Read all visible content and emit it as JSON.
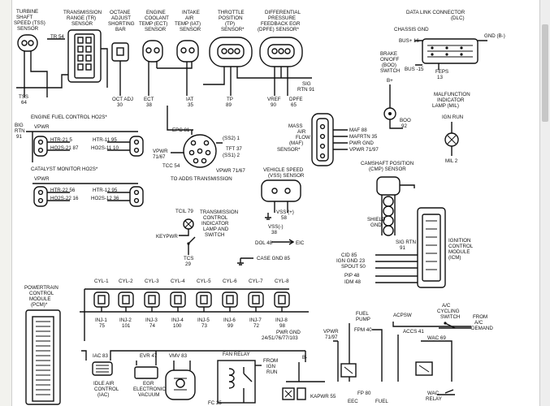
{
  "labels": {
    "tss": [
      "TURBINE",
      "SHAFT",
      "SPEED (TSS)",
      "SENSOR"
    ],
    "tss_pin_a": "TR 54",
    "tss_pin_b": "TSS",
    "tss_pin_b_num": "64",
    "tr_sensor": [
      "TRANSMISSION",
      "RANGE (TR)",
      "SENSOR"
    ],
    "octane": [
      "OCTANE",
      "ADJUST",
      "SHORTING",
      "BAR"
    ],
    "octane_pin": "OCT ADJ",
    "octane_pin_num": "30",
    "ect": [
      "ENGINE",
      "COOLANT",
      "TEMP (ECT)",
      "SENSOR"
    ],
    "ect_pin": "ECT",
    "ect_pin_num": "38",
    "iat": [
      "INTAKE",
      "AIR",
      "TEMP (IAT)",
      "SENSOR"
    ],
    "iat_pin": "IAT",
    "iat_pin_num": "35",
    "tp": [
      "THROTTLE",
      "POSITION",
      "(TP)",
      "SENSOR*"
    ],
    "tp_pin": "TP",
    "tp_pin_num": "89",
    "dpfe": [
      "DIFFERENTIAL",
      "PRESSURE",
      "FEEDBACK EGR",
      "(DPFE) SENSOR*"
    ],
    "dpfe_pin_a": "VREF",
    "dpfe_pin_a_num": "90",
    "dpfe_pin_b": "DPFE",
    "dpfe_pin_b_num": "65",
    "sig_rtn": [
      "SIG",
      "RTN 91"
    ],
    "dlc": "DATA LINK CONNECTOR",
    "dlc2": "(DLC)",
    "chassis_gnd": "CHASSIS GND",
    "gnd_b": "GND (B-)",
    "bus_plus": "BUS+ 16",
    "bus_minus": "BUS -15",
    "feps": "FEPS",
    "feps_num": "13",
    "brake": [
      "BRAKE",
      "ON/OFF",
      "(BOO)",
      "SWITCH"
    ],
    "b_plus": "B+",
    "boo": "BOO",
    "boo_num": "92",
    "mil": [
      "MALFUNCTION",
      "INDICATOR",
      "LAMP (MIL)"
    ],
    "ign_run": "IGN RUN",
    "mil_pin": "MIL 2",
    "ho2s_title": "ENGINE FUEL CONTROL HO2S*",
    "big_rtn": [
      "BIG",
      "RTN",
      "91"
    ],
    "vpwr": "VPWR",
    "htr11": "HTR-11 95",
    "ho2s11": "HO2S-11 10",
    "htr21": "HTR-21 5",
    "ho2s21": "HO2S-21 87",
    "cat_title": "CATALYST MONITOR HO2S*",
    "htr12": "HTR-12 95",
    "ho2s12": "HO2S-12 36",
    "htr22": "HTR-22 56",
    "ho2s22": "HO2S-22 16",
    "epc": "EPC 81",
    "ss2": [
      "(SS2) 1",
      "TFT 37",
      "(SS1) 2"
    ],
    "vpwr_7167": [
      "VPWR",
      "71/67"
    ],
    "tcc": "TCC 54",
    "vpwr_7167b": "VPWR 71/67",
    "to_trans": "TO ADDS TRANSMISSION",
    "maf": [
      "MASS",
      "AIR",
      "FLOW",
      "(MAF)",
      "SENSOR*"
    ],
    "maf_pins": [
      "MAF 88",
      "MAFRTN 35",
      "PWR GND",
      "VPWR 71/97"
    ],
    "vss": "VEHICLE SPEED",
    "vss2": "(VSS) SENSOR",
    "vss_pin_a": "VSS (+)",
    "vss_pin_a_num": "58",
    "vss_pin_b": "VSS(-)",
    "vss_pin_b_num": "38",
    "cmp": [
      "CAMSHAFT POSITION",
      "(CMP) SENSOR"
    ],
    "shield": [
      "SHIELD",
      "GND"
    ],
    "sig_rtn2": [
      "SIG RTN",
      "91"
    ],
    "icm": [
      "IGNITION",
      "CONTROL",
      "MODULE",
      "(ICM)"
    ],
    "tcil": "TCIL 79",
    "tcil_title": [
      "TRANSMISSION",
      "CONTROL",
      "INDICATOR",
      "LAMP AND",
      "SWITCH"
    ],
    "keypwr": "KEYPWR",
    "tcs": "TCS",
    "tcs_num": "29",
    "dol": "DOL 48",
    "eic": "EIC",
    "case_gnd": "CASE GND 85",
    "ign_pins": [
      "CID 85",
      "IGN GND 23",
      "SPOUT 50",
      "PIP 48",
      "IDM 48"
    ],
    "pcm": [
      "POWERTRAIN",
      "CONTROL",
      "MODULE",
      "(PCM)*"
    ],
    "cyl": [
      "CYL-1",
      "CYL-2",
      "CYL-3",
      "CYL-4",
      "CYL-5",
      "CYL-6",
      "CYL-7",
      "CYL-8"
    ],
    "inj": [
      "INJ-1",
      "INJ-2",
      "INJ-3",
      "INJ-4",
      "INJ-5",
      "INJ-6",
      "INJ-7",
      "INJ-8"
    ],
    "inj_num": [
      "75",
      "101",
      "74",
      "100",
      "73",
      "99",
      "72",
      "98"
    ],
    "pwr_gnd": "PWR GND",
    "pwr_gnd_nums": "24/51/76/77/103",
    "vpwr2": [
      "VPWR",
      "71/97"
    ],
    "fuel_pump": [
      "FUEL",
      "PUMP"
    ],
    "fpm": "FPM 40",
    "acpsw": "ACPSW",
    "acc": "ACCS 41",
    "wac": "WAC 69",
    "ac": [
      "A/C",
      "CYCLING",
      "SWITCH"
    ],
    "from_ac": [
      "FROM",
      "A/C",
      "DEMAND"
    ],
    "iac": "IAC 83",
    "iac_title": [
      "IDLE AIR",
      "CONTROL",
      "(IAC)"
    ],
    "evr": "EVR 47",
    "egr": [
      "EGR",
      "ELECTRONIC",
      "VACUUM"
    ],
    "vmv": "VMV 83",
    "fan_relay": "FAN RELAY",
    "from_ign": [
      "FROM",
      "IGN",
      "RUN"
    ],
    "b_minus": "B-",
    "kapwr": "KAPWR 55",
    "eec": "EEC",
    "fp": "FP 80",
    "fuel": "FUEL",
    "wac_relay": [
      "WAC",
      "RELAY"
    ],
    "fc": "FC 25"
  }
}
